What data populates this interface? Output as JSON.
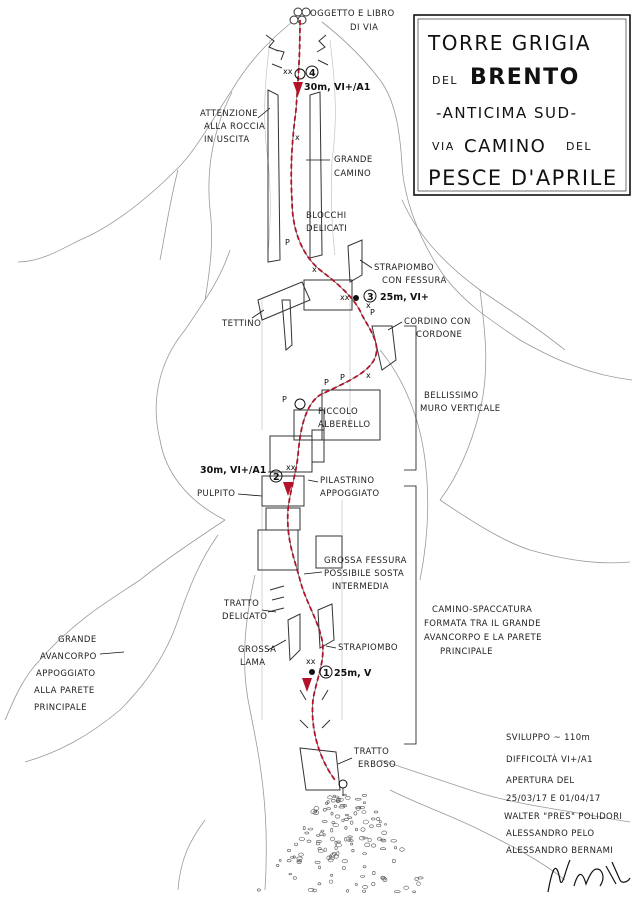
{
  "title": {
    "line1": "TORRE GRIGIA",
    "line2a": "DEL",
    "line2b": "BRENTO",
    "line3": "-ANTICIMA SUD-",
    "line4a": "VIA",
    "line4b": "CAMINO",
    "line4c": "DEL",
    "line5": "PESCE D'APRILE"
  },
  "labels": {
    "summit": "OGGETTO E LIBRO",
    "summit2": "DI VIA",
    "attenzione1": "ATTENZIONE",
    "attenzione2": "ALLA ROCCIA",
    "attenzione3": "IN USCITA",
    "grande1": "GRANDE",
    "grande2": "CAMINO",
    "blocchi1": "BLOCCHI",
    "blocchi2": "DELICATI",
    "strapiombo1": "STRAPIOMBO",
    "strapiombo2": "CON FESSURA",
    "tettino": "TETTINO",
    "cordone1": "CORDINO CON",
    "cordone2": "CORDONE",
    "bellissimo1": "BELLISSIMO",
    "bellissimo2": "MURO VERTICALE",
    "alberello1": "PICCOLO",
    "alberello2": "ALBERELLO",
    "pilastrino1": "PILASTRINO",
    "pilastrino2": "APPOGGIATO",
    "pulpito": "PULPITO",
    "grossa1": "GROSSA FESSURA",
    "sosta1": "POSSIBILE SOSTA",
    "sosta2": "INTERMEDIA",
    "tratto1": "TRATTO",
    "tratto2": "DELICATO",
    "lama1": "GROSSA",
    "lama2": "LAMA",
    "strapiombo3": "STRAPIOMBO",
    "camino1": "CAMINO-SPACCATURA",
    "camino2": "FORMATA TRA IL GRANDE",
    "camino3": "AVANCORPO E LA PARETE",
    "camino4": "PRINCIPALE",
    "avancorpo1": "GRANDE",
    "avancorpo2": "AVANCORPO",
    "avancorpo3": "APPOGGIATO",
    "avancorpo4": "ALLA PARETE",
    "avancorpo5": "PRINCIPALE",
    "erboso1": "TRATTO",
    "erboso2": "ERBOSO"
  },
  "pitches": [
    {
      "num": "4",
      "grade": "30m, VI+/A1"
    },
    {
      "num": "3",
      "grade": "25m, VI+"
    },
    {
      "num": "2",
      "grade": "30m, VI+/A1"
    },
    {
      "num": "1",
      "grade": "25m, V"
    }
  ],
  "info": {
    "sviluppo": "SVILUPPO ~ 110m",
    "difficolta": "DIFFICOLTÀ VI+/A1",
    "apertura": "APERTURA DEL",
    "date": "25/03/17 E 01/04/17",
    "people1": "WALTER \"PRES\" POLIDORI",
    "people2": "ALESSANDRO PELO",
    "people3": "ALESSANDRO BERNAMI"
  },
  "colors": {
    "route": "#b3122a"
  }
}
